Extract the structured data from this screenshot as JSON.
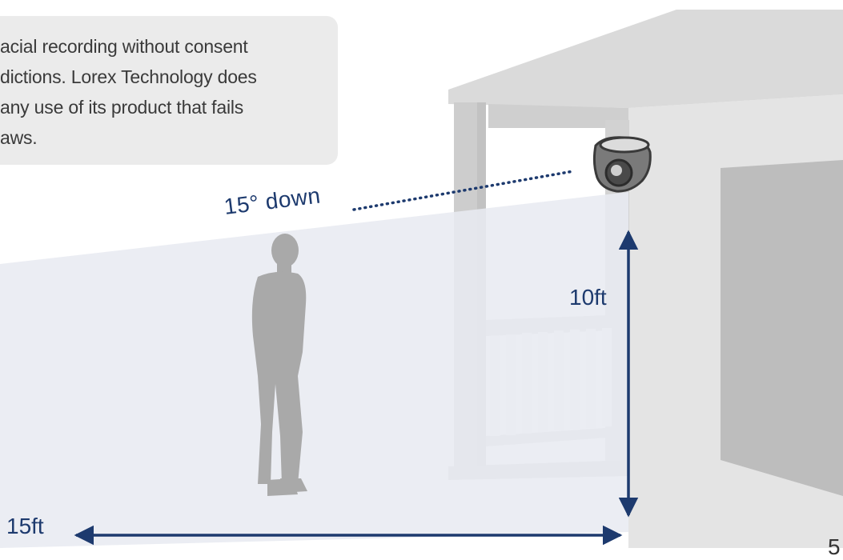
{
  "notice": {
    "lines": [
      "acial recording without consent",
      "dictions. Lorex Technology does",
      " any use of its product that fails",
      "aws."
    ]
  },
  "labels": {
    "angle": "15° down",
    "height": "10ft",
    "distance": "15ft"
  },
  "page_number": "5",
  "colors": {
    "accent": "#1d3a6e",
    "field_of_view": "#e8eaf1",
    "house": "#dcdcdc",
    "person": "#a9a9a9"
  },
  "icons": [
    "camera-icon",
    "person-silhouette",
    "house-illustration"
  ]
}
